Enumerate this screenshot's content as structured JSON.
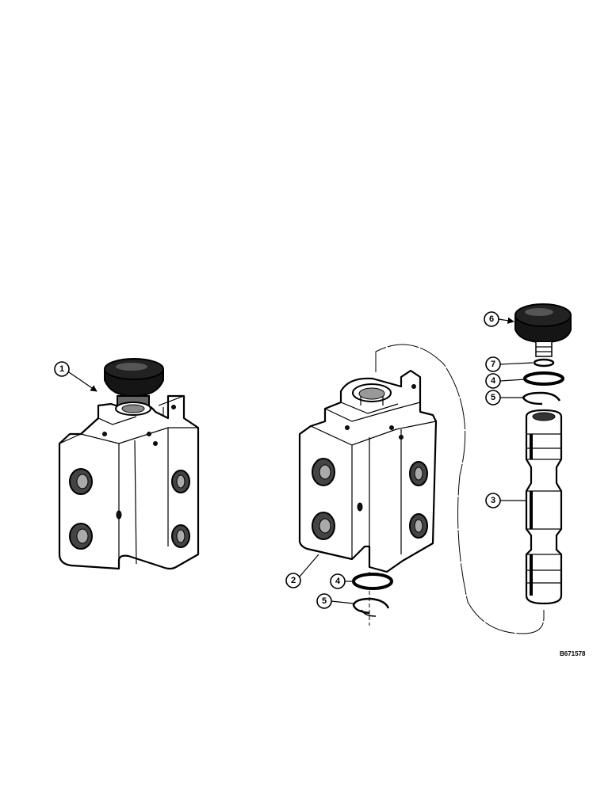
{
  "callouts": {
    "c1": "1",
    "c2": "2",
    "c3": "3",
    "c4a": "4",
    "c4b": "4",
    "c5a": "5",
    "c5b": "5",
    "c6": "6",
    "c7": "7"
  },
  "reference_code": "B671578",
  "colors": {
    "ink": "#000000",
    "paper": "#ffffff"
  }
}
